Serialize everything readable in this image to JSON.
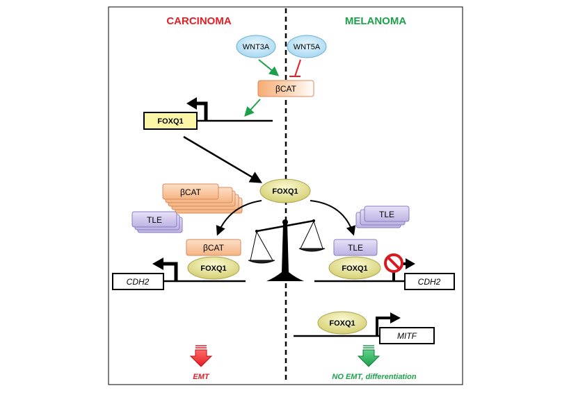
{
  "headers": {
    "left": "CARCINOMA",
    "right": "MELANOMA"
  },
  "colors": {
    "carcinoma": "#e31e24",
    "melanoma": "#1ea04b",
    "wnt_fill": "#bfe3f5",
    "bcat_fill": "#f9c9a3",
    "tle_fill": "#cfc6ea",
    "foxq1_fill": "#e6e39a",
    "foxq1_box_fill": "#fbf7a6",
    "inhibit": "#e31e24",
    "activate": "#1ea04b",
    "blocker": "#d71920"
  },
  "nodes": {
    "wnt3a": "WNT3A",
    "wnt5a": "WNT5A",
    "bcat_top": "βCAT",
    "foxq1_gene": "FOXQ1",
    "foxq1_center": "FOXQ1",
    "bcat_stack": "βCAT",
    "tle_left_stack": "TLE",
    "tle_right_stack": "TLE",
    "bcat_bound": "βCAT",
    "foxq1_left": "FOXQ1",
    "tle_bound": "TLE",
    "foxq1_right": "FOXQ1",
    "cdh2_left": "CDH2",
    "cdh2_right": "CDH2",
    "foxq1_mitf": "FOXQ1",
    "mitf": "MITF"
  },
  "outcomes": {
    "left": "EMT",
    "right": "NO EMT, differentiation"
  },
  "icons": {
    "balance": "balance-scale-icon",
    "blocked": "prohibition-icon",
    "outcome_left": "red-down-arrow-icon",
    "outcome_right": "green-down-arrow-icon"
  }
}
